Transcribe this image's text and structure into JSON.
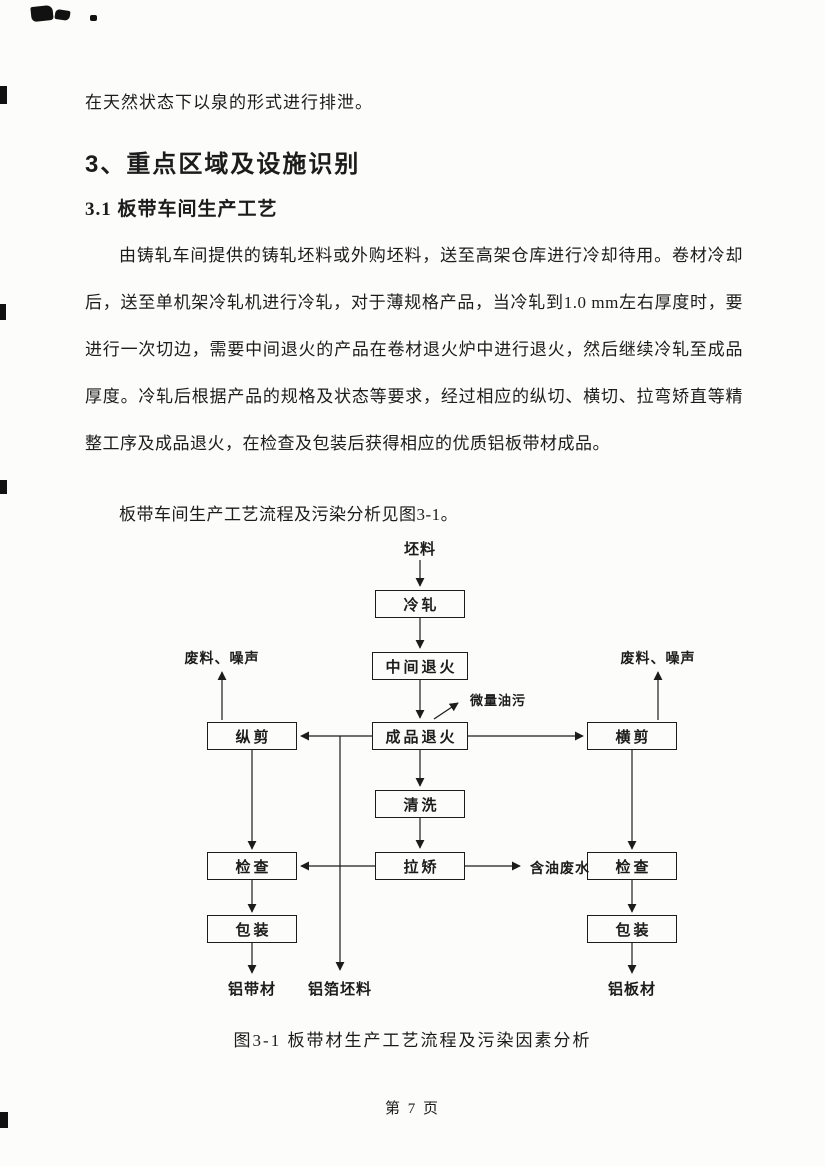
{
  "page": {
    "intro": "在天然状态下以泉的形式进行排泄。",
    "heading": "3、重点区域及设施识别",
    "subheading": "3.1 板带车间生产工艺",
    "paragraph": "由铸轧车间提供的铸轧坯料或外购坯料，送至高架仓库进行冷却待用。卷材冷却后，送至单机架冷轧机进行冷轧，对于薄规格产品，当冷轧到1.0 mm左右厚度时，要进行一次切边，需要中间退火的产品在卷材退火炉中进行退火，然后继续冷轧至成品厚度。冷轧后根据产品的规格及状态等要求，经过相应的纵切、横切、拉弯矫直等精整工序及成品退火，在检查及包装后获得相应的优质铝板带材成品。",
    "figure_ref": "板带车间生产工艺流程及污染分析见图3-1。",
    "caption": "图3-1 板带材生产工艺流程及污染因素分析",
    "footer": "第 7 页"
  },
  "diagram": {
    "input": "坯料",
    "boxes": {
      "cold_rolling": "冷轧",
      "intermediate_annealing": "中间退火",
      "finished_annealing": "成品退火",
      "slitting": "纵剪",
      "cross_cutting": "横剪",
      "cleaning": "清洗",
      "stretch_straightening": "拉矫",
      "inspection_left": "检查",
      "inspection_right": "检查",
      "packing_left": "包装",
      "packing_right": "包装"
    },
    "labels": {
      "waste_noise_left": "废料、噪声",
      "waste_noise_right": "废料、噪声",
      "trace_oil": "微量油污",
      "oily_wastewater": "含油废水",
      "strip_product": "铝带材",
      "foil_billet": "铝箔坯料",
      "plate_product": "铝板材"
    }
  }
}
